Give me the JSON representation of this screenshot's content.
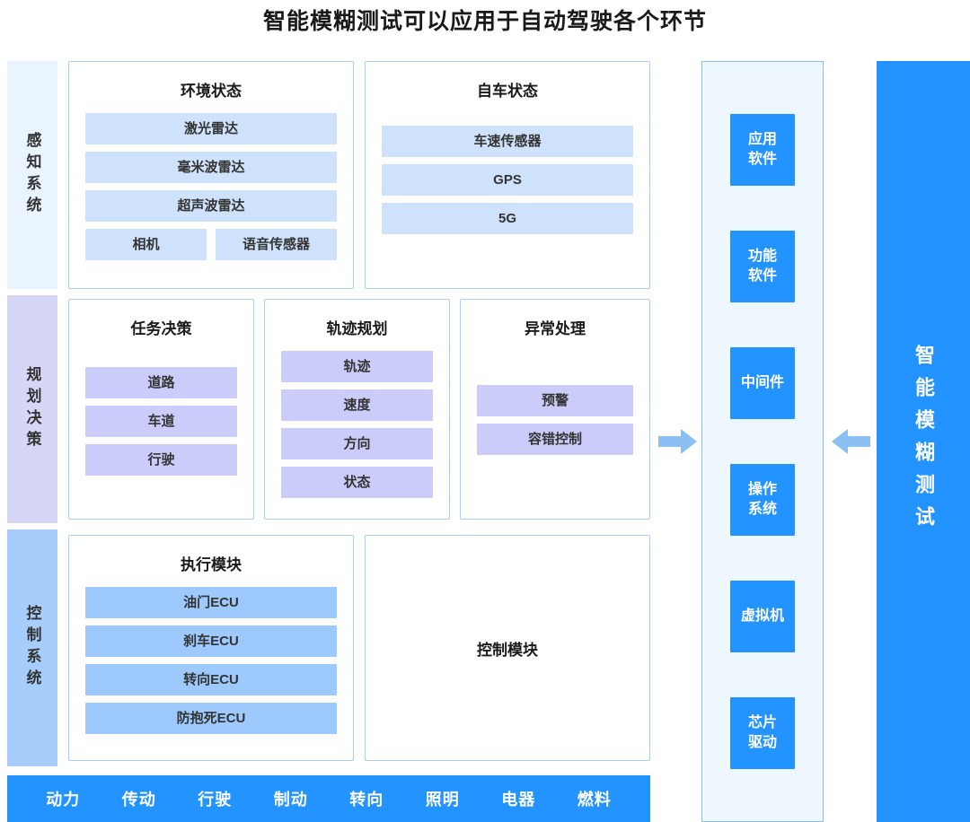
{
  "title": "智能模糊测试可以应用于自动驾驶各个环节",
  "categories": [
    {
      "name": "perception",
      "label": "感知系统",
      "color": "#eaf4fe"
    },
    {
      "name": "planning",
      "label": "规划决策",
      "color": "#d6d6f7"
    },
    {
      "name": "control",
      "label": "控制系统",
      "color": "#a6cdfc"
    }
  ],
  "panels": {
    "environment_state": {
      "title": "环境状态",
      "items": [
        "激光雷达",
        "毫米波雷达",
        "超声波雷达"
      ],
      "split_row": [
        "相机",
        "语音传感器"
      ]
    },
    "ego_vehicle_state": {
      "title": "自车状态",
      "items": [
        "车速传感器",
        "GPS",
        "5G"
      ]
    },
    "mission_decision": {
      "title": "任务决策",
      "items": [
        "道路",
        "车道",
        "行驶"
      ]
    },
    "trajectory_planning": {
      "title": "轨迹规划",
      "items": [
        "轨迹",
        "速度",
        "方向",
        "状态"
      ]
    },
    "exception_handling": {
      "title": "异常处理",
      "items": [
        "预警",
        "容错控制"
      ]
    },
    "execution_module": {
      "title": "执行模块",
      "items": [
        "油门ECU",
        "刹车ECU",
        "转向ECU",
        "防抱死ECU"
      ]
    },
    "control_module": {
      "title": "控制模块"
    }
  },
  "bottom_bar": {
    "items": [
      "动力",
      "传动",
      "行驶",
      "制动",
      "转向",
      "照明",
      "电器",
      "燃料"
    ],
    "color": "#2394ff"
  },
  "software_stack": {
    "boxes": [
      "应用\n软件",
      "功能\n软件",
      "中间件",
      "操作\n系统",
      "虚拟机",
      "芯片\n驱动"
    ],
    "box_color": "#2394ff",
    "column_color": "#eef6fe"
  },
  "fuzz_banner": {
    "label": "智能模糊测试",
    "color": "#2394ff"
  },
  "arrows": {
    "left_color": "#8cc0f2",
    "right_color": "#8cc0f2"
  },
  "palette": {
    "light_blue_item": "#cfe2fb",
    "purple_item": "#ccccfa",
    "mid_blue_item": "#9ec9fd",
    "panel_border": "#a8cff5",
    "accent": "#2394ff"
  }
}
